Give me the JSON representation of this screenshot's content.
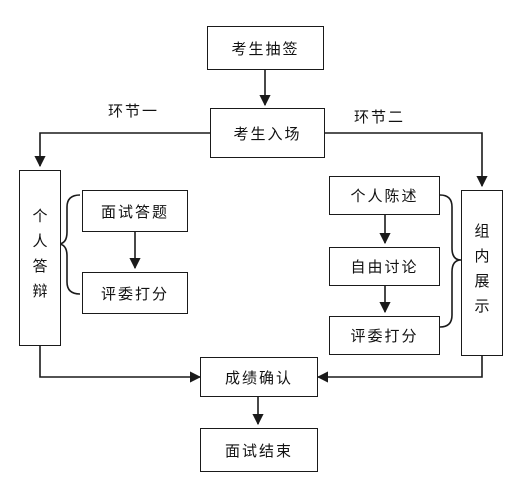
{
  "nodes": {
    "draw_lots": "考生抽签",
    "enter": "考生入场",
    "individual_defense": "个人答辩",
    "interview_answer": "面试答题",
    "score_left": "评委打分",
    "personal_statement": "个人陈述",
    "free_discussion": "自由讨论",
    "score_right": "评委打分",
    "group_display": "组内展示",
    "confirm_results": "成绩确认",
    "end_interview": "面试结束"
  },
  "labels": {
    "stage_one": "环节一",
    "stage_two": "环节二"
  },
  "colors": {
    "line": "#1a1a1a",
    "text": "#111111",
    "background": "#ffffff"
  }
}
